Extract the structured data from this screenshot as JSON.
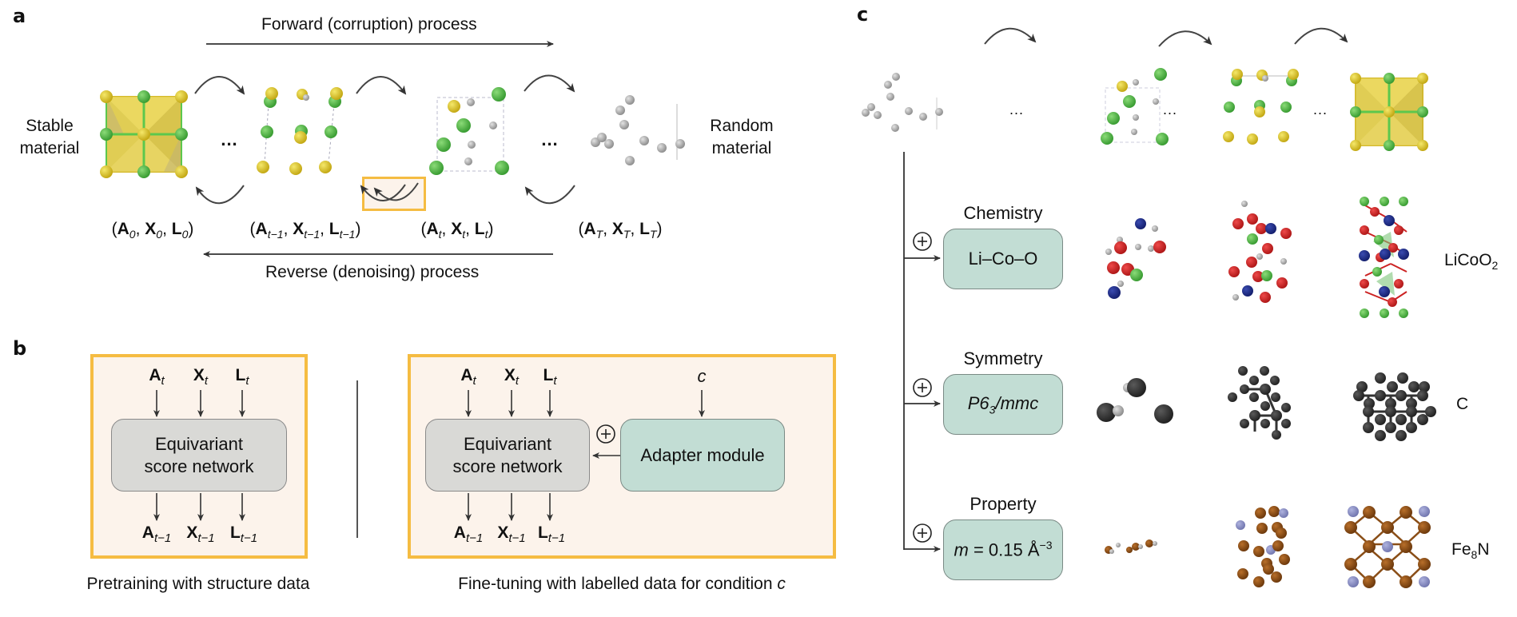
{
  "panel_a": {
    "label": "a",
    "forward_label": "Forward (corruption) process",
    "reverse_label": "Reverse (denoising) process",
    "stable_label_line1": "Stable",
    "stable_label_line2": "material",
    "random_label_line1": "Random",
    "random_label_line2": "material",
    "ellipsis": "...",
    "states": [
      {
        "A": "A",
        "X": "X",
        "L": "L",
        "sub": "0"
      },
      {
        "A": "A",
        "X": "X",
        "L": "L",
        "sub": "t−1"
      },
      {
        "A": "A",
        "X": "X",
        "L": "L",
        "sub": "t"
      },
      {
        "A": "A",
        "X": "X",
        "L": "L",
        "sub": "T"
      }
    ],
    "structures": [
      "stable-crystal",
      "partially-noised-crystal",
      "noised-crystal",
      "random-atoms"
    ]
  },
  "panel_b": {
    "label": "b",
    "pretraining": {
      "inputs": [
        {
          "sym": "A",
          "sub": "t"
        },
        {
          "sym": "X",
          "sub": "t"
        },
        {
          "sym": "L",
          "sub": "t"
        }
      ],
      "network_line1": "Equivariant",
      "network_line2": "score network",
      "outputs": [
        {
          "sym": "A",
          "sub": "t−1"
        },
        {
          "sym": "X",
          "sub": "t−1"
        },
        {
          "sym": "L",
          "sub": "t−1"
        }
      ],
      "caption": "Pretraining with structure data"
    },
    "finetuning": {
      "inputs": [
        {
          "sym": "A",
          "sub": "t"
        },
        {
          "sym": "X",
          "sub": "t"
        },
        {
          "sym": "L",
          "sub": "t"
        }
      ],
      "condition": "c",
      "network_line1": "Equivariant",
      "network_line2": "score network",
      "adapter": "Adapter module",
      "combine_symbol": "+",
      "outputs": [
        {
          "sym": "A",
          "sub": "t−1"
        },
        {
          "sym": "X",
          "sub": "t−1"
        },
        {
          "sym": "L",
          "sub": "t−1"
        }
      ],
      "caption_prefix": "Fine-tuning with labelled data for condition ",
      "caption_var": "c"
    }
  },
  "panel_c": {
    "label": "c",
    "ellipsis": "...",
    "combine_symbol": "+",
    "conditions": [
      {
        "title": "Chemistry",
        "value": "Li–Co–O",
        "result_main": "LiCoO",
        "result_sub": "2",
        "result_tail": "",
        "element_colors": [
          "#C8202A",
          "#1F2D8A",
          "#5CB945",
          "#A9A9A9"
        ]
      },
      {
        "title": "Symmetry",
        "value_main": "P6",
        "value_sub": "3",
        "value_tail": "/mmc",
        "result_main": "C",
        "result_sub": "",
        "result_tail": "",
        "element_colors": [
          "#3A3A3A",
          "#C8C8C8"
        ]
      },
      {
        "title": "Property",
        "value_var": "m",
        "value_eq": " = 0.15 Å",
        "value_sup": "−3",
        "result_main": "Fe",
        "result_sub": "8",
        "result_tail": "N",
        "element_colors": [
          "#8A4E17",
          "#8E92C6"
        ]
      }
    ]
  },
  "colors": {
    "frame_border": "#F5BC42",
    "frame_fill": "#FCF3EB",
    "network_fill": "#D9D9D6",
    "adapter_fill": "#C2DDD4",
    "atom_yellow": "#D8C22C",
    "atom_green": "#4DB848",
    "atom_gray": "#A8A8A8"
  }
}
